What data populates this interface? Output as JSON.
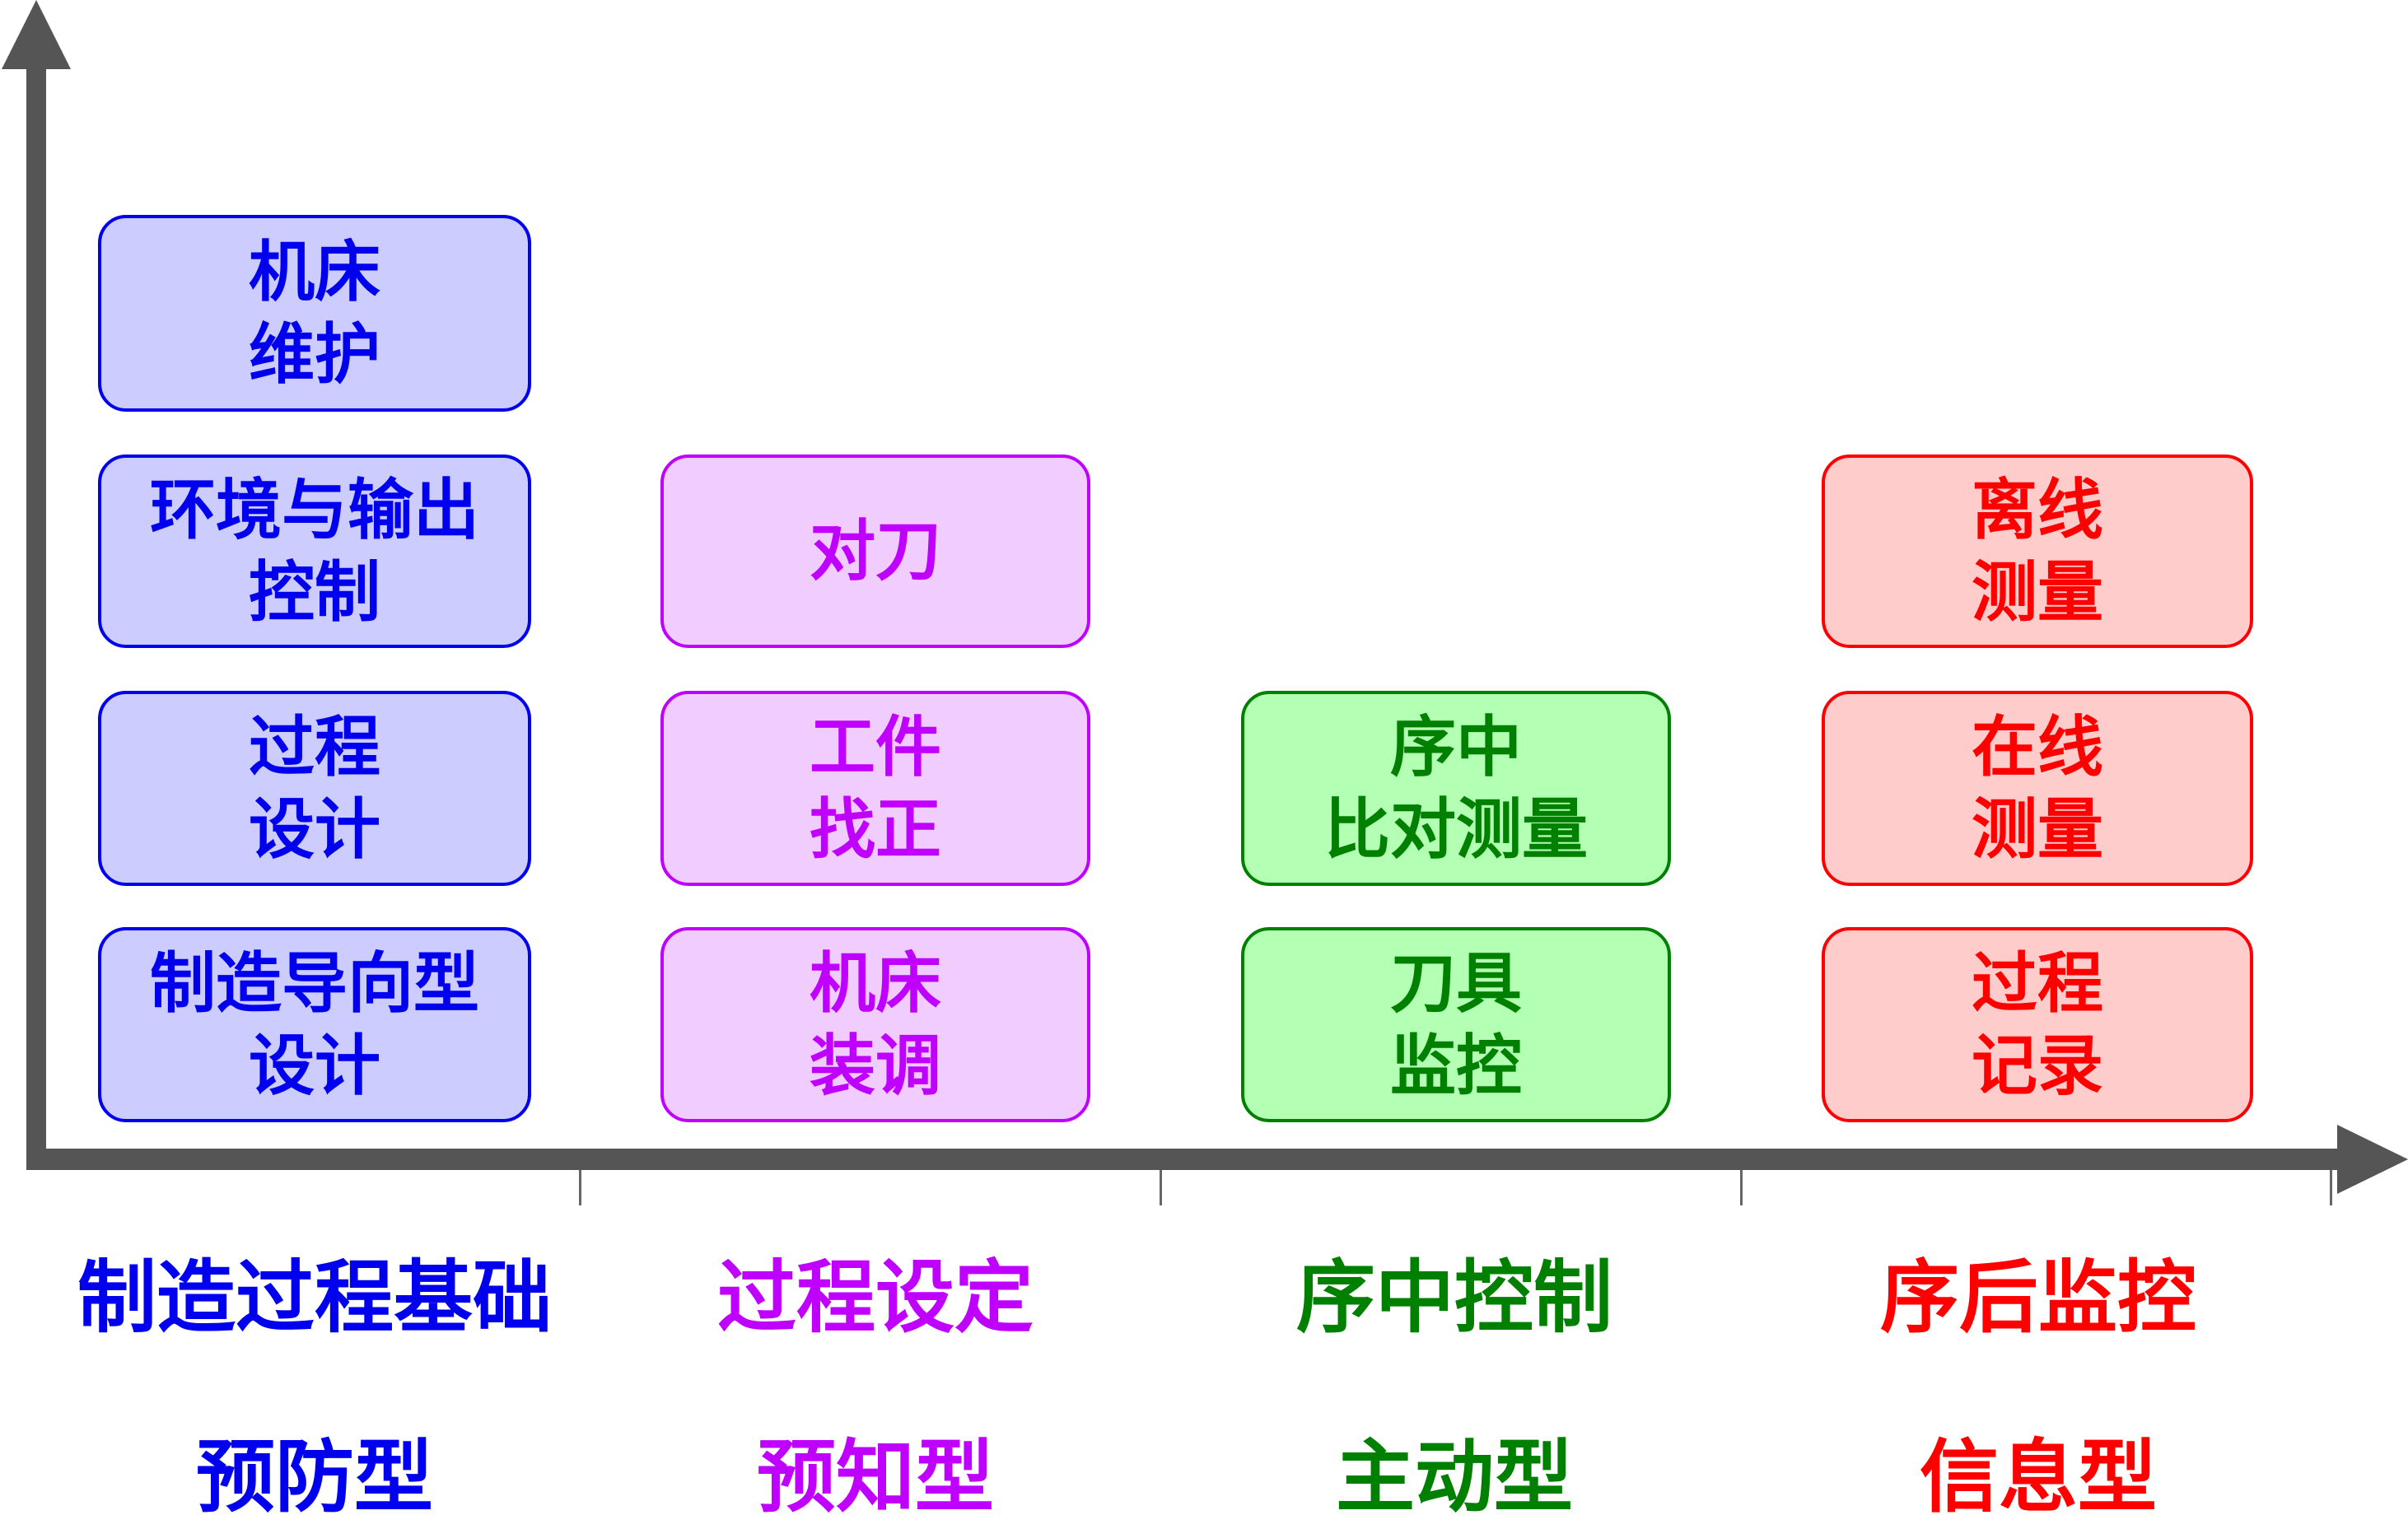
{
  "colors": {
    "blue": "#0000ee",
    "purple": "#c000ff",
    "green": "#008000",
    "red": "#ff0000",
    "axis": "#555555"
  },
  "columns": [
    {
      "category": "制造过程基础",
      "type": "预防型",
      "boxes": [
        [
          "机床",
          "维护"
        ],
        [
          "环境与输出",
          "控制"
        ],
        [
          "过程",
          "设计"
        ],
        [
          "制造导向型",
          "设计"
        ]
      ]
    },
    {
      "category": "过程设定",
      "type": "预知型",
      "boxes": [
        [
          "对刀"
        ],
        [
          "工件",
          "找正"
        ],
        [
          "机床",
          "装调"
        ]
      ]
    },
    {
      "category": "序中控制",
      "type": "主动型",
      "boxes": [
        [
          "序中",
          "比对测量"
        ],
        [
          "刀具",
          "监控"
        ]
      ]
    },
    {
      "category": "序后监控",
      "type": "信息型",
      "boxes": [
        [
          "离线",
          "测量"
        ],
        [
          "在线",
          "测量"
        ],
        [
          "过程",
          "记录"
        ]
      ]
    }
  ]
}
